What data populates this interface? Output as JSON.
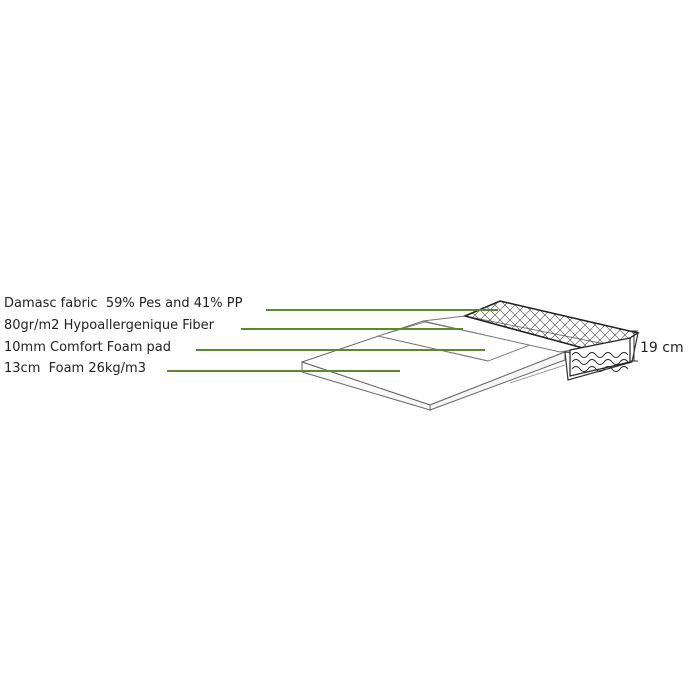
{
  "layers": [
    {
      "label": "Damasc fabric  59% Pes and 41% PP"
    },
    {
      "label": "80gr/m2 Hypoallergenique Fiber"
    },
    {
      "label": "10mm Comfort Foam pad"
    },
    {
      "label": "13cm  Foam 26kg/m3"
    }
  ],
  "height_label": "19 cm",
  "colors": {
    "leader_line": "#5a8a2e",
    "outline": "#555555",
    "text": "#222222",
    "background": "#ffffff"
  }
}
